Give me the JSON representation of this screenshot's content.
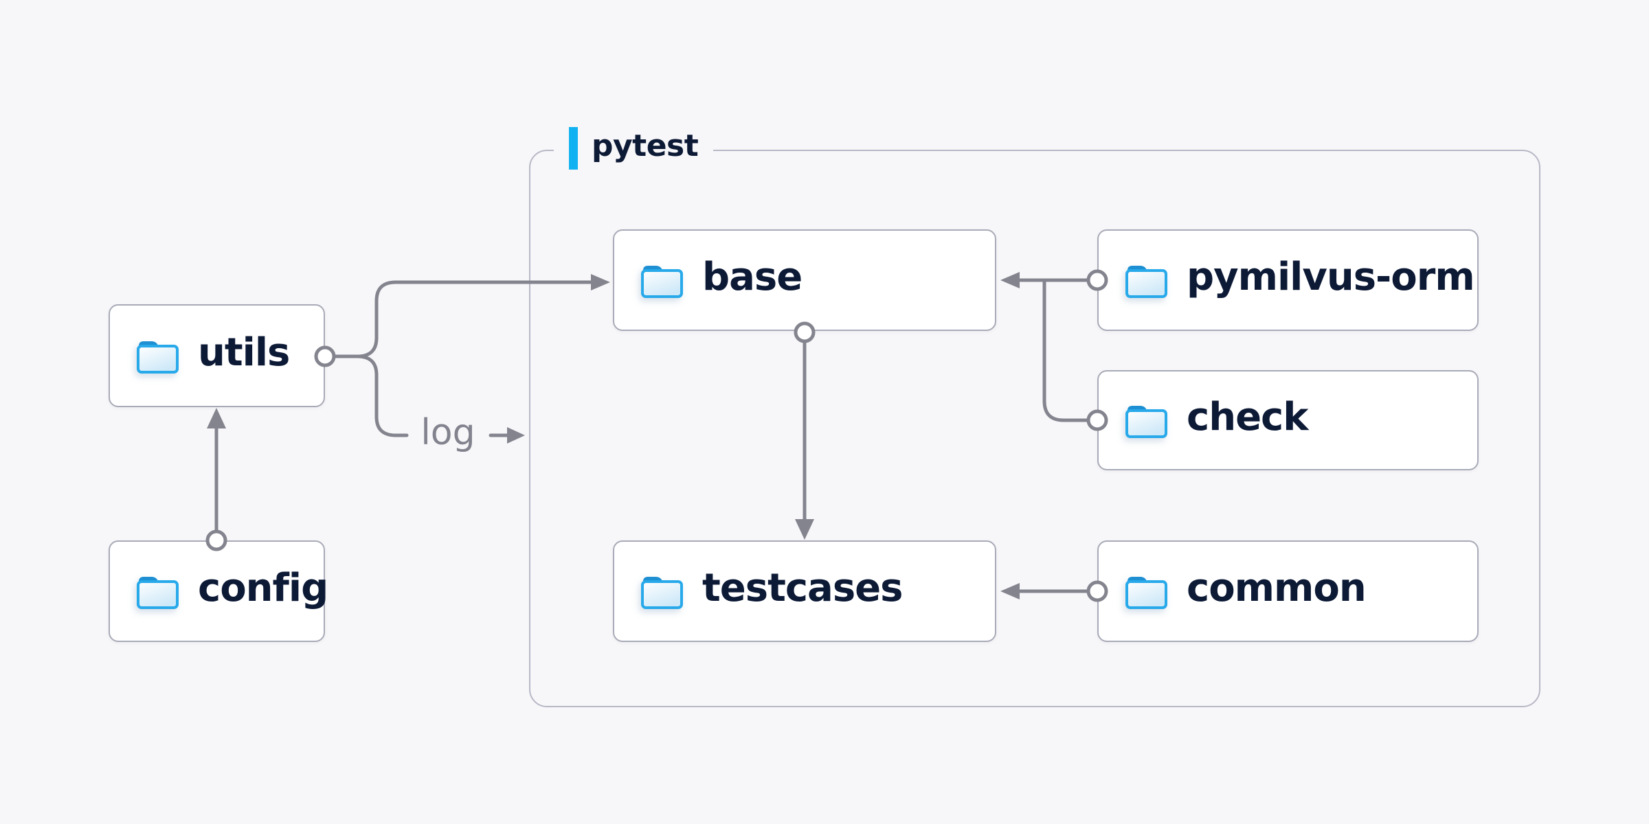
{
  "diagram": {
    "title_group": {
      "label": "pytest"
    },
    "nodes": [
      {
        "id": "utils",
        "label": "utils"
      },
      {
        "id": "config",
        "label": "config"
      },
      {
        "id": "base",
        "label": "base"
      },
      {
        "id": "testcases",
        "label": "testcases"
      },
      {
        "id": "pymilvus-orm",
        "label": "pymilvus-orm"
      },
      {
        "id": "check",
        "label": "check"
      },
      {
        "id": "common",
        "label": "common"
      }
    ],
    "edges": [
      {
        "from": "config",
        "to": "utils",
        "label": ""
      },
      {
        "from": "utils",
        "to": "base",
        "label": ""
      },
      {
        "from": "utils",
        "to": "pytest-group",
        "label": "log"
      },
      {
        "from": "pymilvus-orm",
        "to": "base",
        "label": ""
      },
      {
        "from": "check",
        "to": "base",
        "label": ""
      },
      {
        "from": "base",
        "to": "testcases",
        "label": ""
      },
      {
        "from": "common",
        "to": "testcases",
        "label": ""
      }
    ],
    "colors": {
      "background": "#f7f7f9",
      "node_fill": "#ffffff",
      "node_border": "#a8aab7",
      "group_border": "#b7b8c6",
      "connector": "#83848e",
      "text": "#0d1a36",
      "edge_label_text": "#82838e",
      "accent_blue": "#12b1f1",
      "folder_stroke": "#27a9ea",
      "folder_tab": "#1d8fd2",
      "folder_fill_light": "#ffffff",
      "folder_fill_dark": "#cde8f8"
    }
  }
}
